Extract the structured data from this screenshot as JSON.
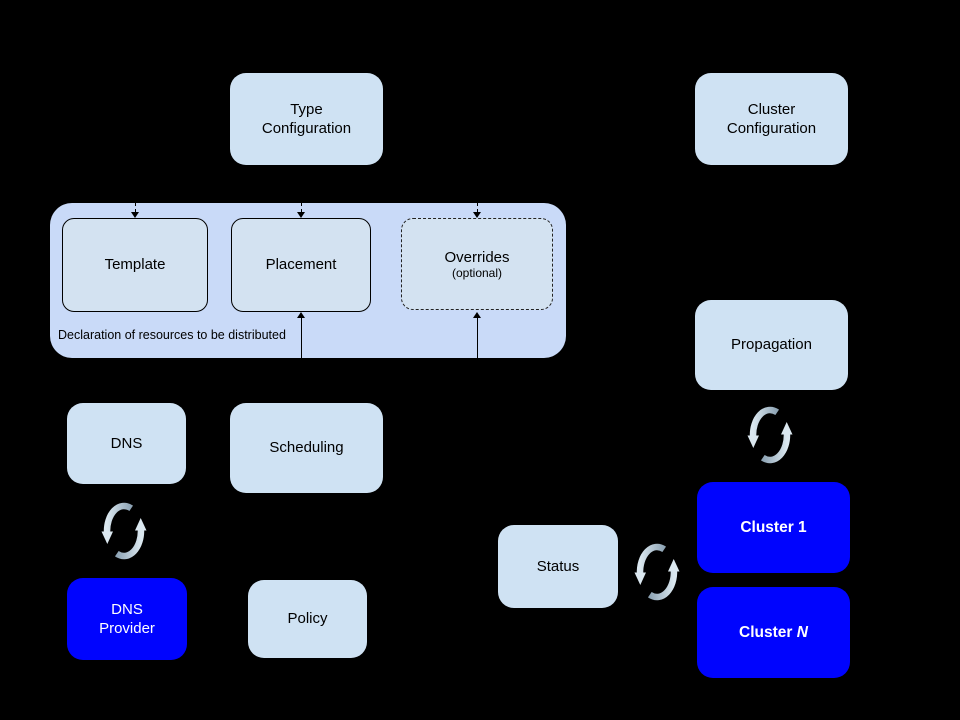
{
  "diagram": {
    "background": "#000000",
    "colors": {
      "node_light": "#cfe2f3",
      "group_fill": "#c9daf8",
      "node_blue": "#0004fe",
      "text_dark": "#000000",
      "text_light": "#ffffff",
      "sync_light": "#dbe8f0",
      "sync_dark": "#8da3b4"
    },
    "nodes": {
      "type_configuration": {
        "label": "Type\nConfiguration"
      },
      "cluster_configuration": {
        "label": "Cluster\nConfiguration"
      },
      "template": {
        "label": "Template"
      },
      "placement": {
        "label": "Placement"
      },
      "overrides": {
        "label": "Overrides",
        "sublabel": "(optional)"
      },
      "declaration_group": {
        "caption": "Declaration of resources to be distributed"
      },
      "dns": {
        "label": "DNS"
      },
      "scheduling": {
        "label": "Scheduling"
      },
      "dns_provider": {
        "label": "DNS\nProvider"
      },
      "policy": {
        "label": "Policy"
      },
      "propagation": {
        "label": "Propagation"
      },
      "status": {
        "label": "Status"
      },
      "cluster_1": {
        "label": "Cluster 1"
      },
      "cluster_n": {
        "prefix": "Cluster ",
        "italic": "N"
      }
    }
  }
}
